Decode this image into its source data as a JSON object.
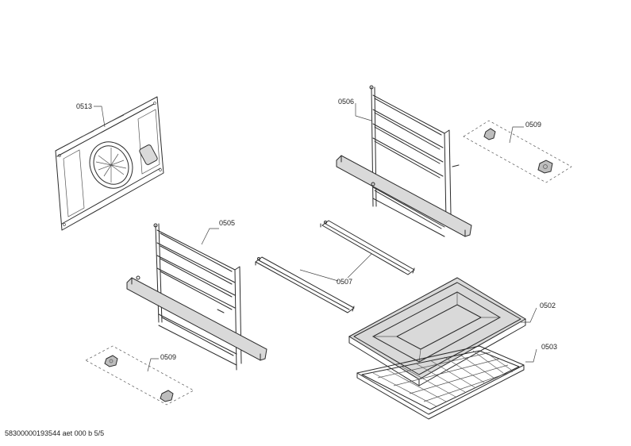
{
  "parts": [
    {
      "id": "back_panel",
      "label": "0513"
    },
    {
      "id": "rail_right",
      "label": "0506"
    },
    {
      "id": "clips_top",
      "label": "0509"
    },
    {
      "id": "rail_left",
      "label": "0505"
    },
    {
      "id": "telescopic",
      "label": "0507"
    },
    {
      "id": "tray",
      "label": "0502"
    },
    {
      "id": "grid",
      "label": "0503"
    },
    {
      "id": "clips_bottom",
      "label": "0509"
    }
  ],
  "footer": {
    "doc_id": "58300000193544 aet 000 b 5/5"
  }
}
